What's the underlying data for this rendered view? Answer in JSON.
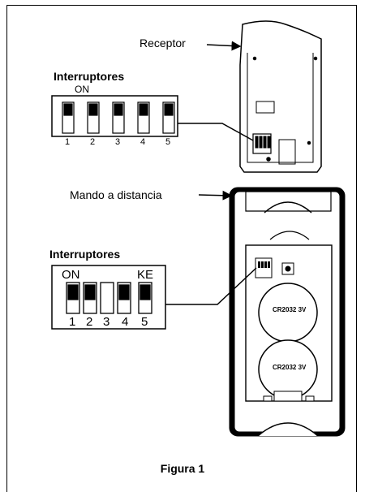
{
  "receiver": {
    "label": "Receptor",
    "switch_title": "Interruptores",
    "on_label": "ON",
    "switch_numbers": [
      "1",
      "2",
      "3",
      "4",
      "5"
    ]
  },
  "remote": {
    "label": "Mando a distancia",
    "switch_title": "Interruptores",
    "on_label": "ON",
    "ke_label": "KE",
    "switch_numbers": [
      "1",
      "2",
      "3",
      "4",
      "5"
    ],
    "battery_label_1": "CR2032  3V",
    "battery_label_2": "CR2032  3V"
  },
  "caption": "Figura 1"
}
